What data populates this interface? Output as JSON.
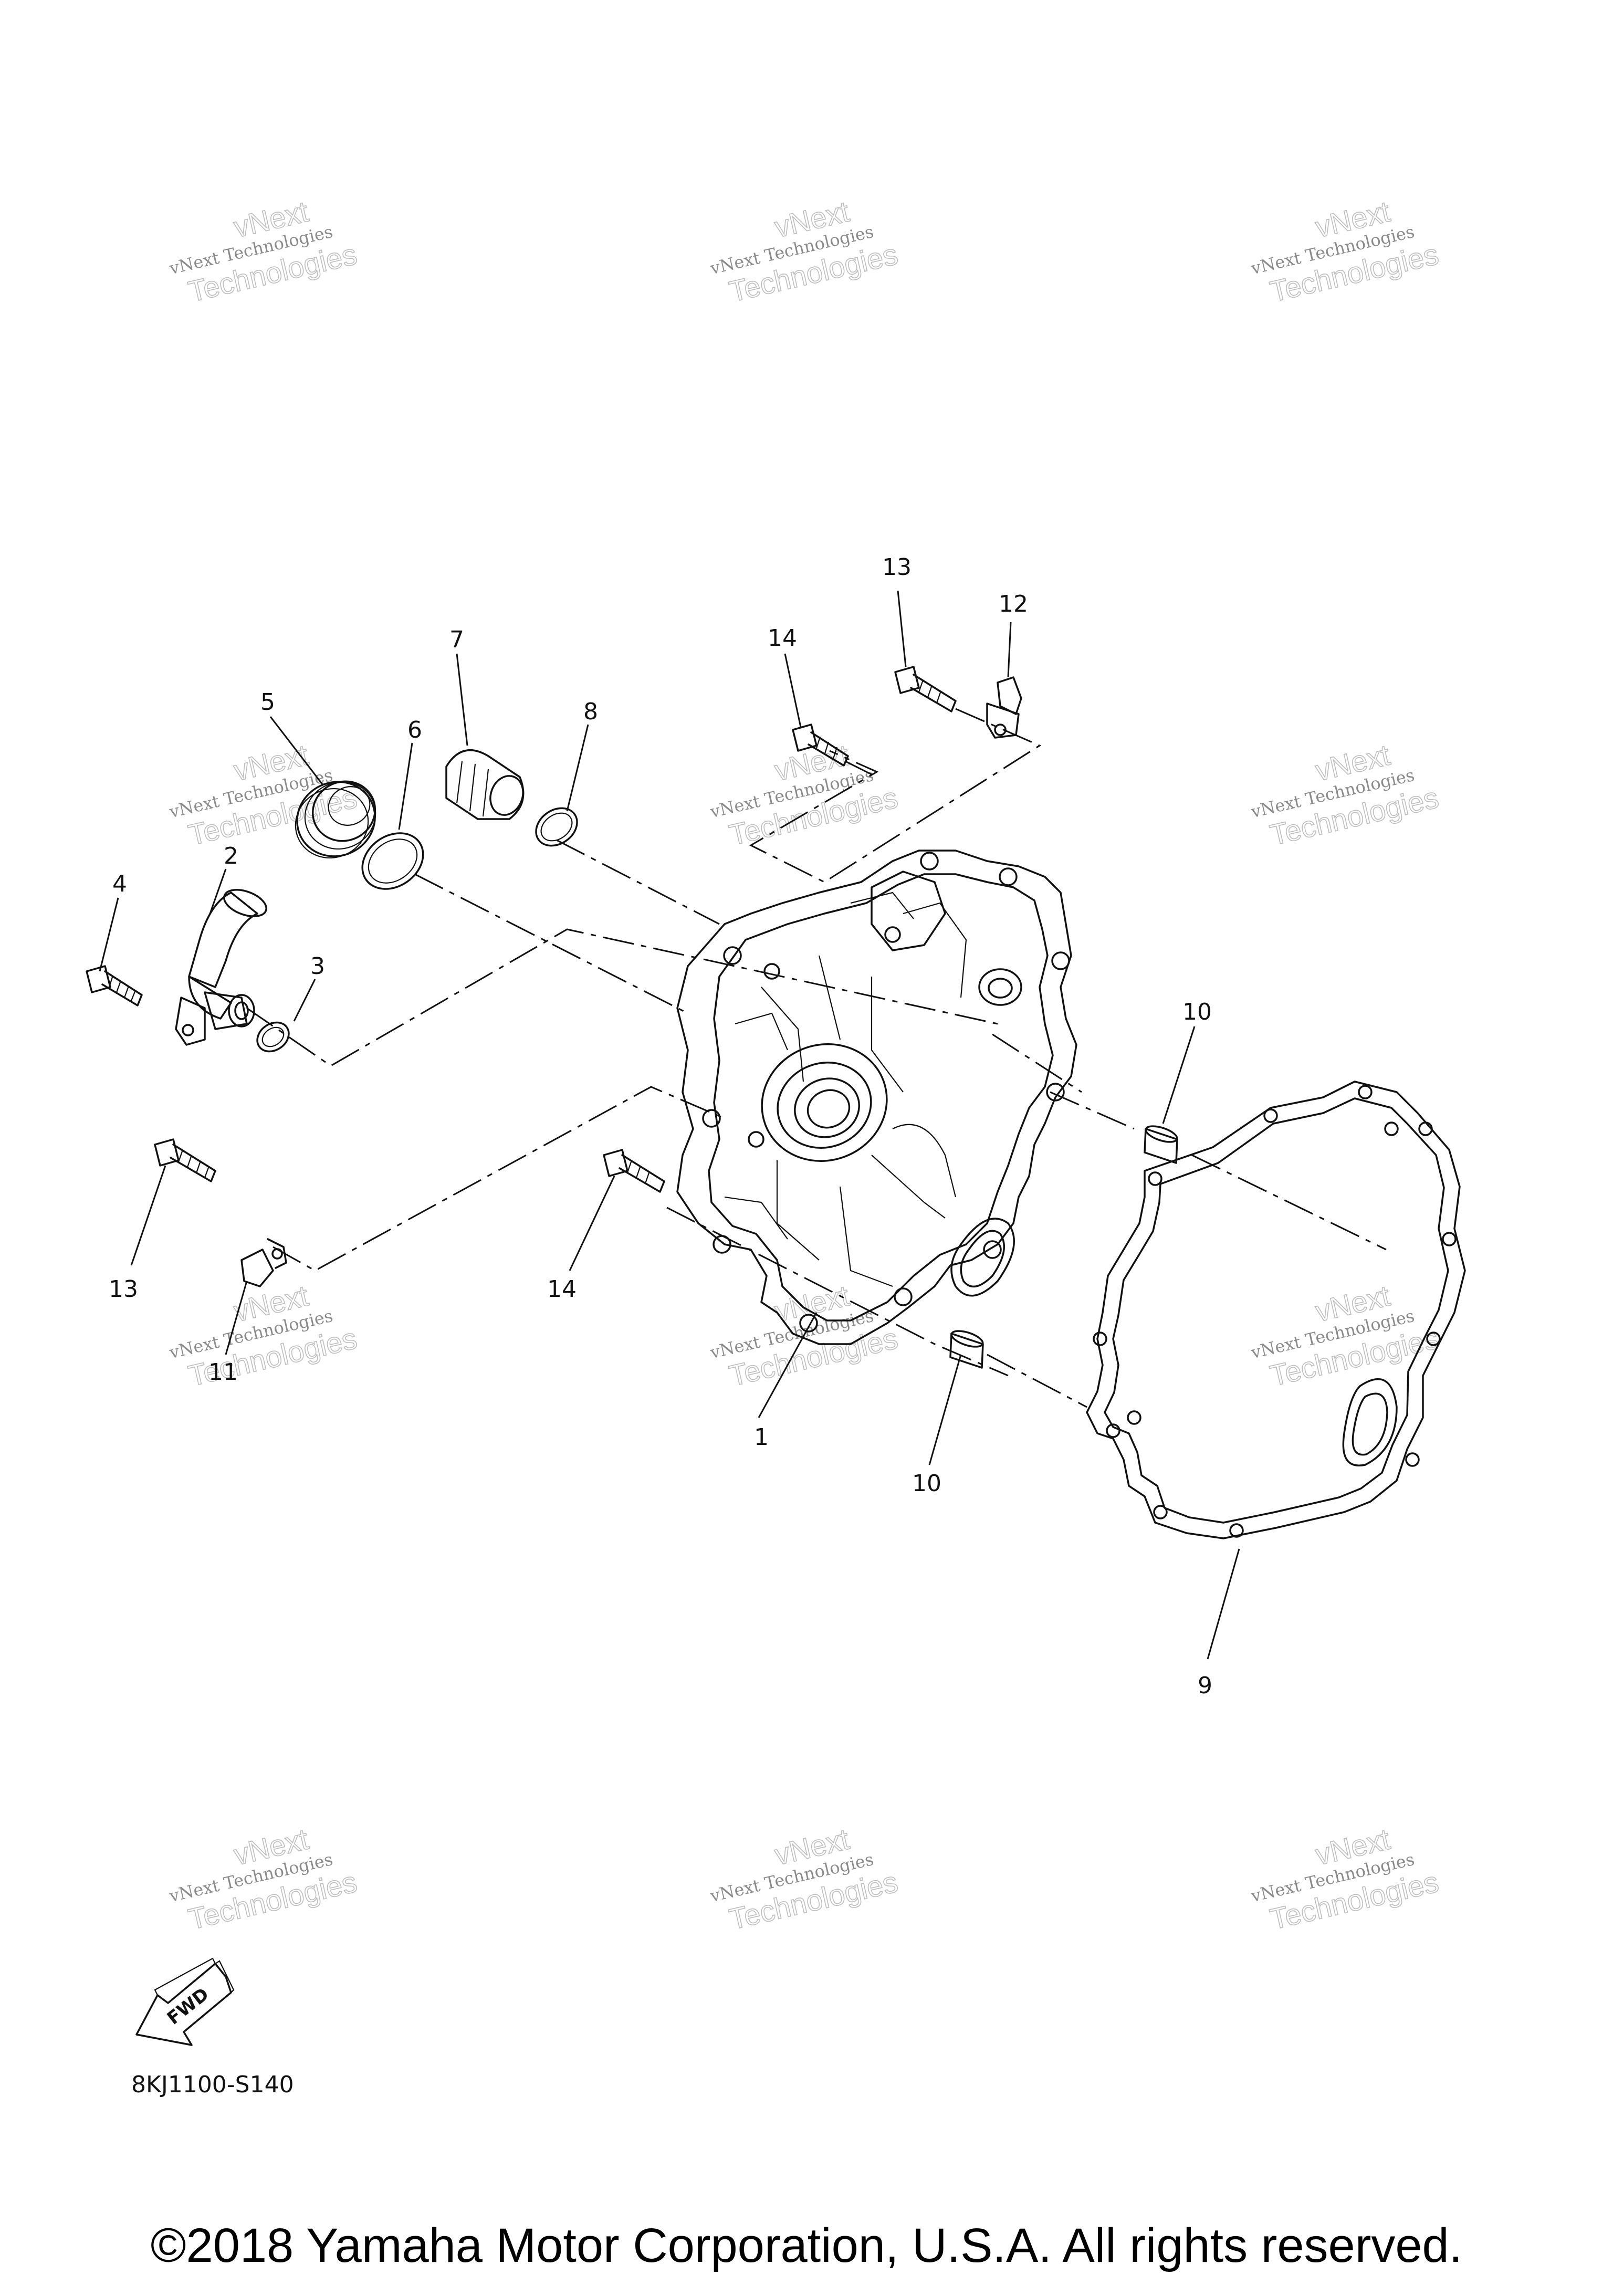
{
  "watermark": {
    "line1": "vNext Technologies",
    "line2": "Technologies",
    "line3": "vNext"
  },
  "callouts": [
    {
      "id": "c1",
      "num": "1"
    },
    {
      "id": "c2",
      "num": "2"
    },
    {
      "id": "c3",
      "num": "3"
    },
    {
      "id": "c4",
      "num": "4"
    },
    {
      "id": "c5",
      "num": "5"
    },
    {
      "id": "c6",
      "num": "6"
    },
    {
      "id": "c7",
      "num": "7"
    },
    {
      "id": "c8",
      "num": "8"
    },
    {
      "id": "c9",
      "num": "9"
    },
    {
      "id": "c10a",
      "num": "10"
    },
    {
      "id": "c10b",
      "num": "10"
    },
    {
      "id": "c11",
      "num": "11"
    },
    {
      "id": "c12",
      "num": "12"
    },
    {
      "id": "c13a",
      "num": "13"
    },
    {
      "id": "c13b",
      "num": "13"
    },
    {
      "id": "c14a",
      "num": "14"
    },
    {
      "id": "c14b",
      "num": "14"
    }
  ],
  "fwd_label": "FWD",
  "part_code": "8KJ1100-S140",
  "copyright": "©2018 Yamaha Motor Corporation, U.S.A. All rights reserved."
}
